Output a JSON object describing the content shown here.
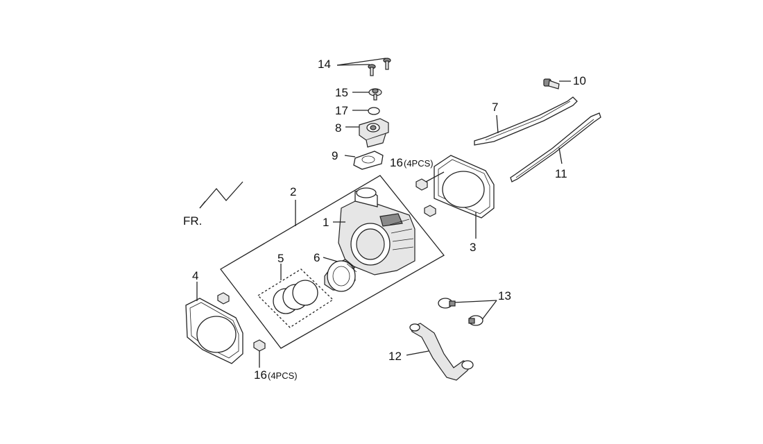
{
  "labels": {
    "l1": "1",
    "l2": "2",
    "l3": "3",
    "l4": "4",
    "l5": "5",
    "l6": "6",
    "l7": "7",
    "l8": "8",
    "l9": "9",
    "l10": "10",
    "l11": "11",
    "l12": "12",
    "l13": "13",
    "l14": "14",
    "l15": "15",
    "l16a": "16",
    "l16a_suffix": "(4PCS)",
    "l16b": "16",
    "l16b_suffix": "(4PCS)",
    "l17": "17",
    "fr": "FR."
  }
}
